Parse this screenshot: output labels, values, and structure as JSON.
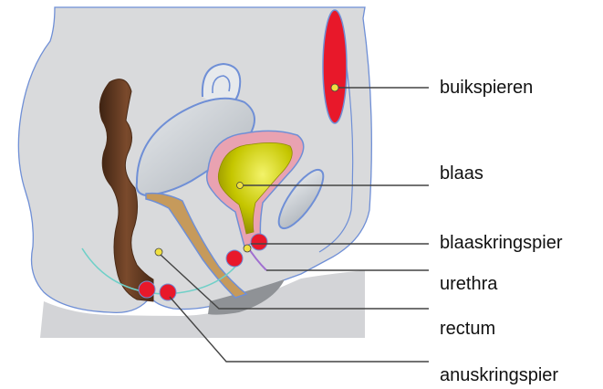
{
  "labels": {
    "buikspieren": "buikspieren",
    "blaas": "blaas",
    "blaaskringspier": "blaaskringspier",
    "urethra": "urethra",
    "rectum": "rectum",
    "anuskringspier": "anuskringspier"
  },
  "colors": {
    "body_fill": "#d9dadc",
    "body_outline": "#6f8fd6",
    "muscle_red": "#e8182a",
    "rectum_brown": "#6b3e24",
    "bladder_pink": "#e9a2b1",
    "bladder_yellow": "#c5c600",
    "organ_grey": "#c7ccd2",
    "pelvic_arc": "#6fd0c8",
    "leader_line": "#444444"
  }
}
